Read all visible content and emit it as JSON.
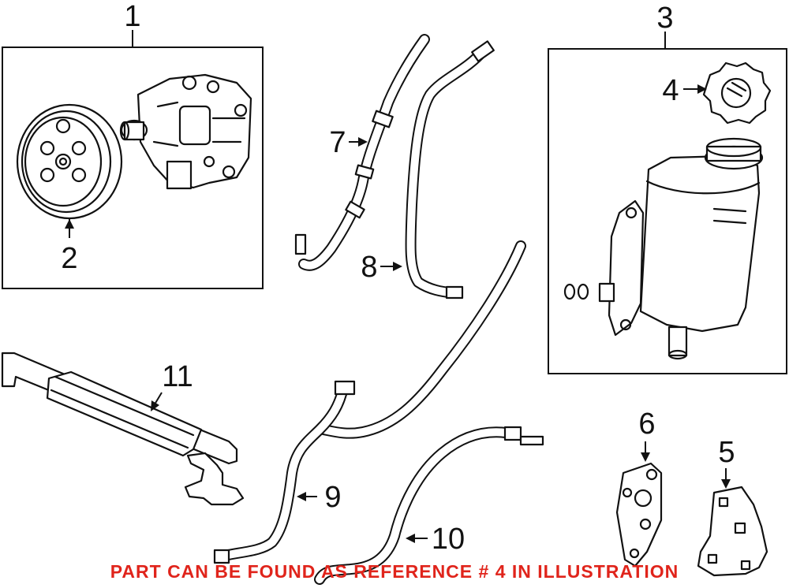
{
  "callouts": [
    {
      "id": "1",
      "label": "1"
    },
    {
      "id": "2",
      "label": "2"
    },
    {
      "id": "3",
      "label": "3"
    },
    {
      "id": "4",
      "label": "4"
    },
    {
      "id": "5",
      "label": "5"
    },
    {
      "id": "6",
      "label": "6"
    },
    {
      "id": "7",
      "label": "7"
    },
    {
      "id": "8",
      "label": "8"
    },
    {
      "id": "9",
      "label": "9"
    },
    {
      "id": "10",
      "label": "10"
    },
    {
      "id": "11",
      "label": "11"
    }
  ],
  "footnote": "PART CAN BE FOUND AS REFERENCE # 4 IN ILLUSTRATION",
  "colors": {
    "line": "#111111",
    "footnote": "#e0241b",
    "background": "#ffffff"
  }
}
